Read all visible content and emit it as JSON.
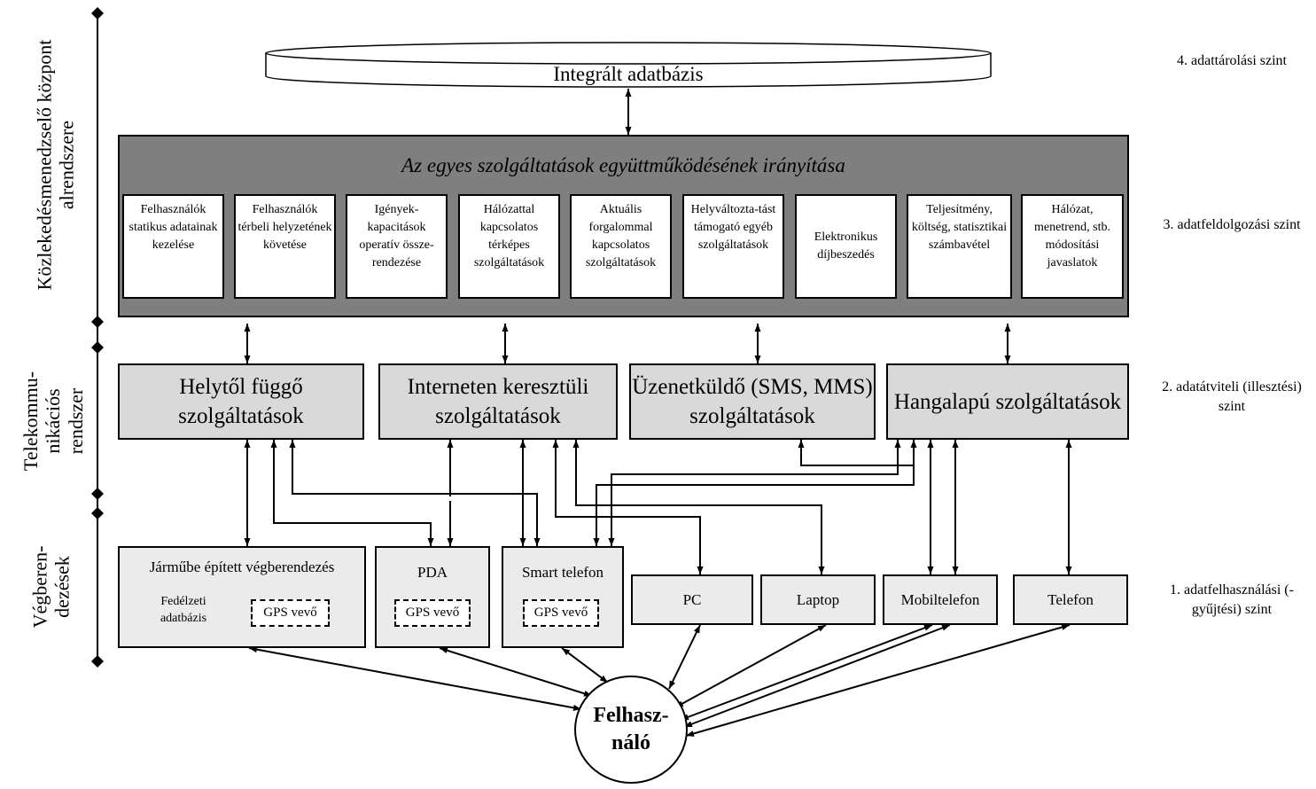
{
  "database": {
    "label": "Integrált adatbázis"
  },
  "control_center": {
    "title": "Az egyes szolgáltatások együttműködésének irányítása",
    "services": [
      "Felhasználók statikus adatainak kezelése",
      "Felhasználók térbeli helyzetének követése",
      "Igények-kapacitások operatív össze-rendezése",
      "Hálózattal kapcsolatos térképes szolgáltatások",
      "Aktuális forgalommal kapcsolatos szolgáltatások",
      "Helyváltozta-tást támogató egyéb szolgáltatások",
      "Elektronikus díjbeszedés",
      "Teljesítmény, költség, statisztikai számbavétel",
      "Hálózat, menetrend, stb. módosítási javaslatok"
    ]
  },
  "telecom": {
    "location": "Helytől függő szolgáltatások",
    "internet": "Interneten keresztüli szolgáltatások",
    "messaging": "Üzenetküldő (SMS, MMS) szolgáltatások",
    "voice": "Hangalapú szolgáltatások"
  },
  "devices": {
    "vehicle": "Járműbe épített végberendezés",
    "onboard_db": "Fedélzeti adatbázis",
    "gps_vehicle": "GPS vevő",
    "pda": "PDA",
    "gps_pda": "GPS vevő",
    "smartphone": "Smart telefon",
    "gps_smartphone": "GPS vevő",
    "pc": "PC",
    "laptop": "Laptop",
    "mobile": "Mobiltelefon",
    "phone": "Telefon"
  },
  "user": {
    "label": "Felhasz-náló"
  },
  "side_labels": {
    "center": "Közlekedésmenedzselő központ alrendszere",
    "telecom": "Telekommu-nikációs rendszer",
    "devices": "Végberen-dezések"
  },
  "levels": {
    "l4": "4. adattárolási szint",
    "l3": "3. adatfeldolgozási szint",
    "l2": "2. adatátviteli (illesztési) szint",
    "l1": "1. adatfelhasználási (-gyűjtési) szint"
  }
}
